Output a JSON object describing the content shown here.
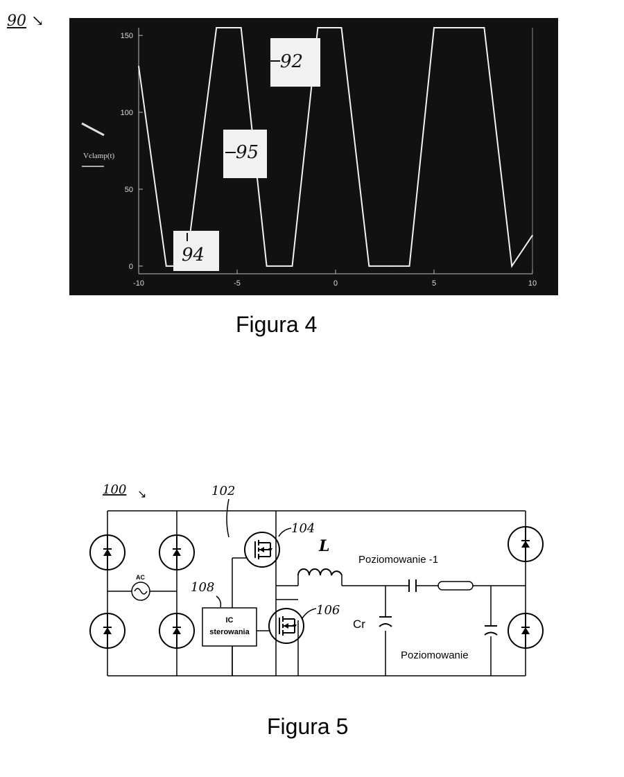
{
  "figure4": {
    "ref_label": "90",
    "caption": "Figura 4",
    "y_label": "Vclamp(t)",
    "y_ticks": [
      "150",
      "100",
      "50",
      "0"
    ],
    "x_ticks": [
      "-10",
      "-5",
      "0",
      "5",
      "10"
    ],
    "callouts": {
      "peak": "92",
      "slope": "95",
      "trough": "94"
    },
    "chart_data": {
      "type": "line",
      "title": "",
      "xlabel": "",
      "ylabel": "Vclamp(t)",
      "xlim": [
        -10,
        10
      ],
      "ylim": [
        -5,
        155
      ],
      "x": [
        -10,
        -8.6,
        -7.6,
        -6.05,
        -4.8,
        -3.5,
        -2.2,
        -0.9,
        0.3,
        1.7,
        2.9,
        3.75,
        5.0,
        6.35,
        7.55,
        8.95,
        10
      ],
      "y": [
        130,
        0,
        0,
        155,
        155,
        0,
        0,
        155,
        155,
        0,
        0,
        0,
        155,
        155,
        155,
        0,
        20
      ]
    }
  },
  "figure5": {
    "ref_label": "100",
    "caption": "Figura 5",
    "labels": {
      "bridge_ref": "102",
      "upper_switch": "104",
      "lower_switch": "106",
      "controller_ref": "108",
      "controller_line1": "IC",
      "controller_line2": "sterowania",
      "ac_source": "AC",
      "inductor": "L",
      "resonant_cap": "Cr",
      "level_minus1": "Poziomowanie -1",
      "level": "Poziomowanie"
    }
  }
}
